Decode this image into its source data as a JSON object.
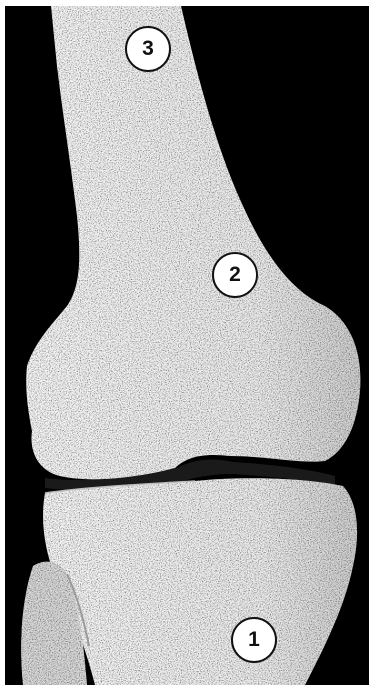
{
  "image": {
    "background_color": "#000000",
    "bone_color": "#f4f4f4",
    "frame_color": "#ffffff",
    "markers": [
      {
        "label": "1"
      },
      {
        "label": "2"
      },
      {
        "label": "3"
      }
    ]
  }
}
